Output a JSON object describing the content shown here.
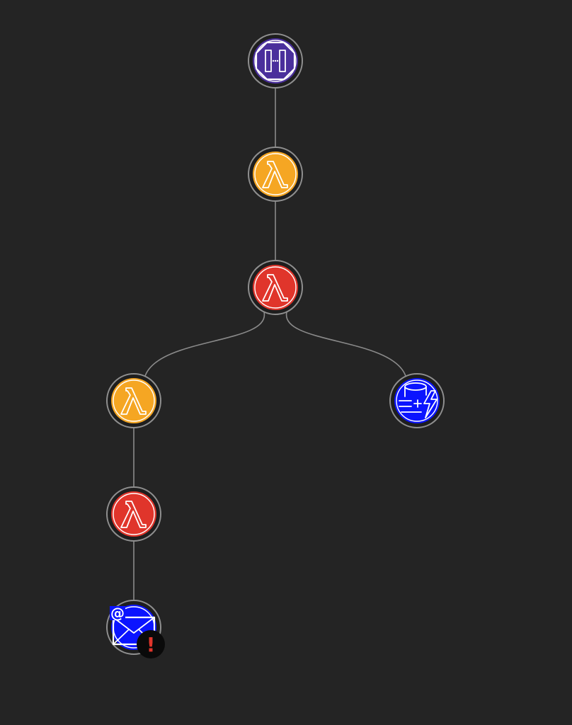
{
  "colors": {
    "background": "#242424",
    "edge": "#8a8a8a",
    "ring": "#8f8f8f",
    "node_bg": "#1e1e1e",
    "glyph": "#ffffff",
    "api_gateway": "#4a2f9c",
    "lambda_ok": "#f5a623",
    "lambda_error": "#e0352b",
    "blue_service": "#0b14ff",
    "alert_badge_bg": "#0a0a0a",
    "alert_badge_fg": "#e0352b"
  },
  "nodes": [
    {
      "id": "api",
      "icon": "api-gateway-icon",
      "color_key": "api_gateway"
    },
    {
      "id": "lambda-1",
      "icon": "lambda-icon",
      "color_key": "lambda_ok"
    },
    {
      "id": "lambda-2",
      "icon": "lambda-icon",
      "color_key": "lambda_error"
    },
    {
      "id": "lambda-3",
      "icon": "lambda-icon",
      "color_key": "lambda_ok"
    },
    {
      "id": "database",
      "icon": "database-lightning-icon",
      "color_key": "blue_service"
    },
    {
      "id": "lambda-4",
      "icon": "lambda-icon",
      "color_key": "lambda_error"
    },
    {
      "id": "email",
      "icon": "email-icon",
      "color_key": "blue_service",
      "alert": true,
      "badge_text": "!"
    }
  ],
  "edges": [
    {
      "from": "api",
      "to": "lambda-1"
    },
    {
      "from": "lambda-1",
      "to": "lambda-2"
    },
    {
      "from": "lambda-2",
      "to": "lambda-3"
    },
    {
      "from": "lambda-2",
      "to": "database"
    },
    {
      "from": "lambda-3",
      "to": "lambda-4"
    },
    {
      "from": "lambda-4",
      "to": "email"
    }
  ]
}
